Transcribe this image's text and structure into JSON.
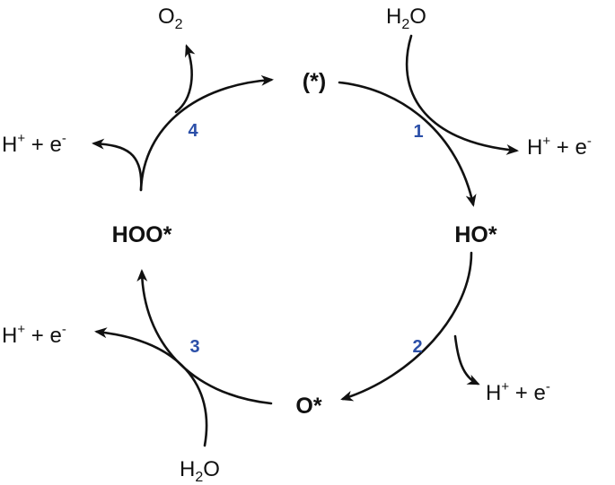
{
  "diagram": {
    "states": {
      "star": "(*)",
      "ho": "HO*",
      "o": "O*",
      "hoo": "HOO*"
    },
    "steps": [
      "1",
      "2",
      "3",
      "4"
    ],
    "colors": {
      "line": "#111111",
      "step_number": "#2b4fa8"
    },
    "species": {
      "h2o_1": {
        "main": "H",
        "sub": "2",
        "tail": "O"
      },
      "h2o_3": {
        "main": "H",
        "sub": "2",
        "tail": "O"
      },
      "o2": {
        "main": "O",
        "sub": "2"
      },
      "proton_1": {
        "h": "H",
        "plus": "+",
        "mid": " + e",
        "minus": "-"
      },
      "proton_2": {
        "h": "H",
        "plus": "+",
        "mid": " + e",
        "minus": "-"
      },
      "proton_3": {
        "h": "H",
        "plus": "+",
        "mid": " + e",
        "minus": "-"
      },
      "proton_4": {
        "h": "H",
        "plus": "+",
        "mid": " + e",
        "minus": "-"
      }
    }
  }
}
